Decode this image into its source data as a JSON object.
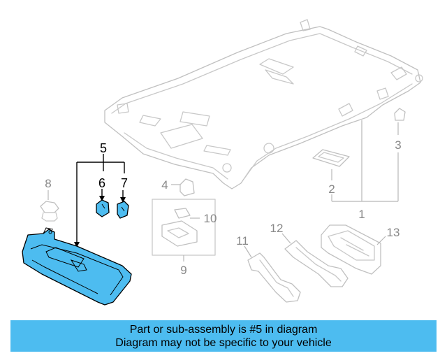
{
  "colors": {
    "highlight": "#4dbcf0",
    "banner": "#4dbcf0",
    "ghost_stroke": "#c8c8c8",
    "callout_text": "#888888"
  },
  "callouts": {
    "c1": "1",
    "c2": "2",
    "c3": "3",
    "c4": "4",
    "c5": "5",
    "c6": "6",
    "c7": "7",
    "c8": "8",
    "c9": "9",
    "c10": "10",
    "c11": "11",
    "c12": "12",
    "c13": "13"
  },
  "banner": {
    "line1": "Part or sub-assembly is #5 in diagram",
    "line2": "Diagram may not be specific to your vehicle"
  }
}
